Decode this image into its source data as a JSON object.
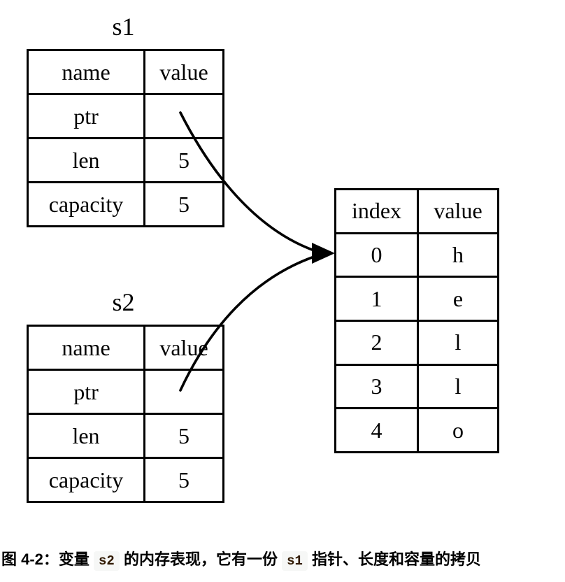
{
  "figure": {
    "s1": {
      "title": "s1",
      "headers": {
        "name": "name",
        "value": "value"
      },
      "rows": [
        {
          "name": "ptr",
          "value": ""
        },
        {
          "name": "len",
          "value": "5"
        },
        {
          "name": "capacity",
          "value": "5"
        }
      ]
    },
    "s2": {
      "title": "s2",
      "headers": {
        "name": "name",
        "value": "value"
      },
      "rows": [
        {
          "name": "ptr",
          "value": ""
        },
        {
          "name": "len",
          "value": "5"
        },
        {
          "name": "capacity",
          "value": "5"
        }
      ]
    },
    "heap": {
      "headers": {
        "index": "index",
        "value": "value"
      },
      "rows": [
        {
          "index": "0",
          "value": "h"
        },
        {
          "index": "1",
          "value": "e"
        },
        {
          "index": "2",
          "value": "l"
        },
        {
          "index": "3",
          "value": "l"
        },
        {
          "index": "4",
          "value": "o"
        }
      ]
    }
  },
  "caption": {
    "part1": "图 4-2：变量 ",
    "code1": "s2",
    "part2": " 的内存表现，它有一份 ",
    "code2": "s1",
    "part3": " 指针、长度和容量的拷贝"
  },
  "colors": {
    "background": "#ffffff",
    "line": "#000000",
    "text": "#000000",
    "inline_code_text": "#301900",
    "inline_code_bg": "#f6f7f6"
  }
}
